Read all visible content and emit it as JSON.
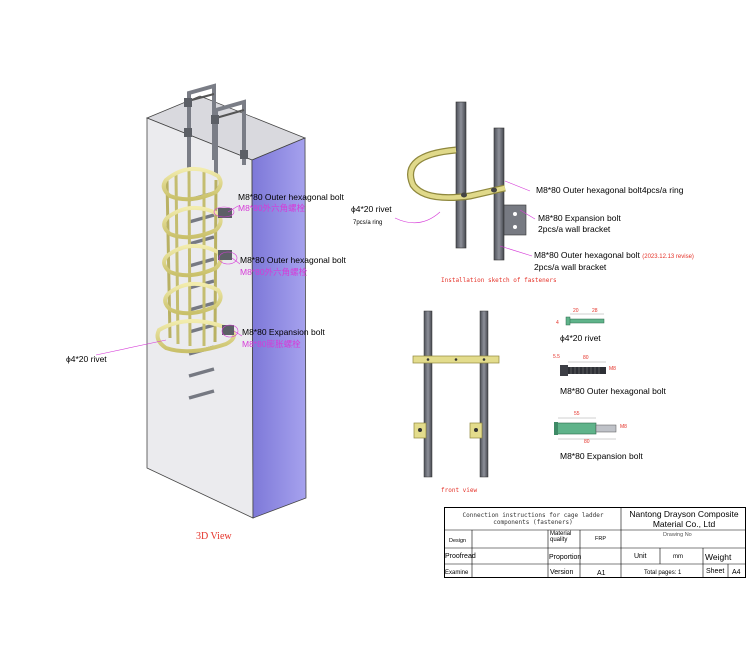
{
  "views": {
    "three_d_title": "3D View",
    "install_title": "Installation sketch of fasteners",
    "front_title": "front view"
  },
  "callouts_3d": {
    "bolt_ring_en": "M8*80 Outer hexagonal bolt",
    "bolt_ring_cn": "M8*80外六角螺栓",
    "bolt_bracket_en": "M8*80 Outer hexagonal bolt",
    "bolt_bracket_cn": "M8*80外六角螺栓",
    "expansion_en": "M8*80 Expansion bolt",
    "expansion_cn": "M8*80膨胀螺栓",
    "rivet": "ϕ4*20 rivet"
  },
  "callouts_install": {
    "rivet": "ϕ4*20 rivet",
    "rivet_qty": "7pcs/a ring",
    "ring_bolt": "M8*80 Outer hexagonal bolt4pcs/a ring",
    "expansion": "M8*80 Expansion bolt",
    "expansion_qty": "2pcs/a wall bracket",
    "bracket_bolt": "M8*80 Outer hexagonal bolt",
    "revise_note": "(2023.12.13 revise)",
    "bracket_qty": "2pcs/a wall bracket"
  },
  "fasteners": {
    "rivet_caption": "ϕ4*20 rivet",
    "rivet_dims": [
      "20",
      "28",
      "4"
    ],
    "hex_caption": "M8*80 Outer hexagonal bolt",
    "hex_dims": [
      "5.5",
      "80",
      "M8"
    ],
    "exp_caption": "M8*80 Expansion bolt",
    "exp_dims": [
      "55",
      "80",
      "M8"
    ]
  },
  "title_block": {
    "description": "Connection instructions for cage ladder components (fasteners)",
    "company": "Nantong Drayson Composite Material Co., Ltd",
    "drawing_no": "Drawing No",
    "design": "Design",
    "material_label": "Material quality",
    "material_value": "FRP",
    "proofread": "Proofread",
    "proportion": "Proportion",
    "unit": "Unit",
    "unit_value": "mm",
    "weight": "Weight",
    "examine": "Examine",
    "version": "Version",
    "version_value": "A1",
    "total_pages": "Total pages: 1",
    "sheet": "Sheet",
    "size": "A4"
  },
  "colors": {
    "wall_front": "#e9e9ec",
    "wall_side": "#8c87e0",
    "wall_top": "#d6d6dc",
    "steel": "#6a6d74",
    "hoop": "#e3dc8c",
    "callout_pink": "#d63ad8",
    "revise_red": "#e5332a",
    "bolt_green": "#5fb38a"
  }
}
